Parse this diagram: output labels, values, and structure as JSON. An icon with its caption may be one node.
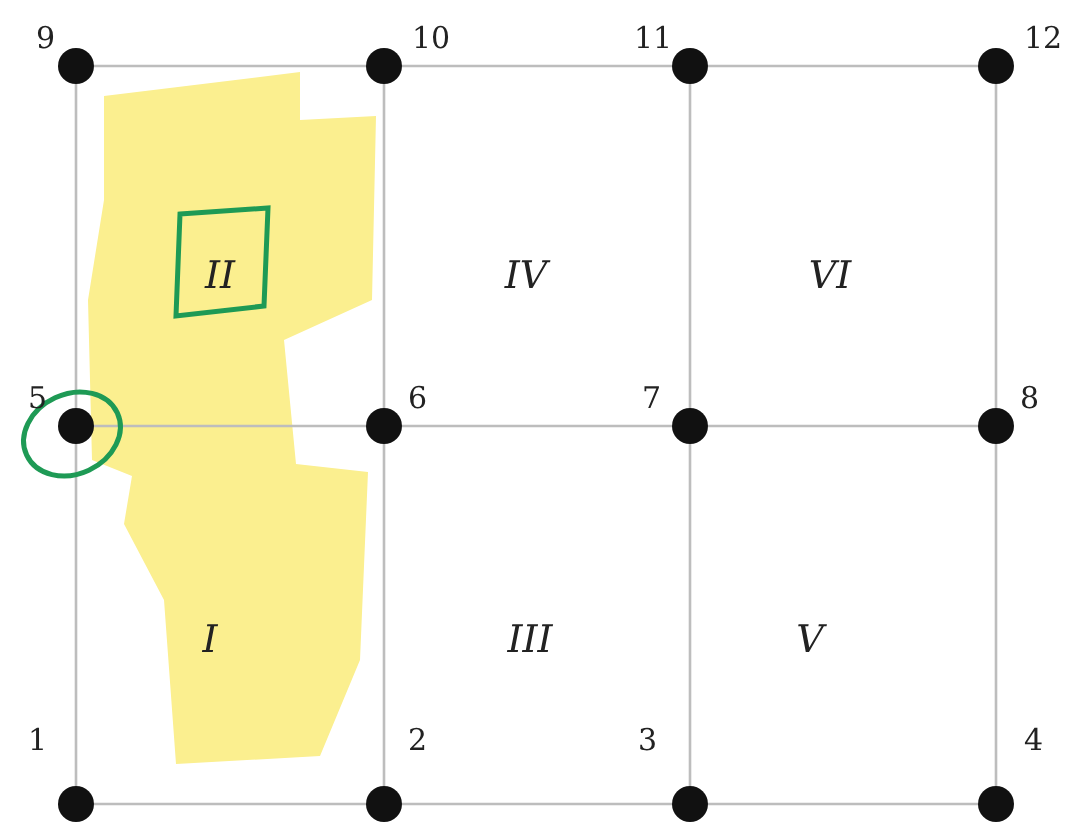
{
  "diagram": {
    "nodes": [
      {
        "text": [],
        "shape": "circle",
        "beside": [
          "9"
        ]
      },
      {
        "text": [],
        "shape": "circle",
        "beside": [
          "10"
        ]
      },
      {
        "text": [],
        "shape": "circle",
        "beside": [
          "11"
        ]
      },
      {
        "text": [],
        "shape": "circle",
        "beside": [
          "12"
        ]
      },
      {
        "text": [],
        "shape": "circle",
        "beside": [
          "5"
        ]
      },
      {
        "text": [],
        "shape": "circle",
        "beside": [
          "6"
        ]
      },
      {
        "text": [],
        "shape": "circle",
        "beside": [
          "7"
        ]
      },
      {
        "text": [],
        "shape": "circle",
        "beside": [
          "8"
        ]
      },
      {
        "text": [],
        "shape": "circle",
        "beside": [
          "1"
        ]
      },
      {
        "text": [],
        "shape": "circle",
        "beside": [
          "2"
        ]
      },
      {
        "text": [],
        "shape": "circle",
        "beside": [
          "3"
        ]
      },
      {
        "text": [],
        "shape": "circle",
        "beside": [
          "4"
        ]
      }
    ],
    "edges": [
      {
        "from": 0,
        "to": 1,
        "arrow": "none"
      },
      {
        "from": 1,
        "to": 2,
        "arrow": "none"
      },
      {
        "from": 2,
        "to": 3,
        "arrow": "none"
      },
      {
        "from": 4,
        "to": 5,
        "arrow": "none"
      },
      {
        "from": 5,
        "to": 6,
        "arrow": "none"
      },
      {
        "from": 6,
        "to": 7,
        "arrow": "none"
      },
      {
        "from": 8,
        "to": 9,
        "arrow": "none"
      },
      {
        "from": 9,
        "to": 10,
        "arrow": "none"
      },
      {
        "from": 10,
        "to": 11,
        "arrow": "none"
      },
      {
        "from": 0,
        "to": 4,
        "arrow": "none"
      },
      {
        "from": 4,
        "to": 8,
        "arrow": "none"
      },
      {
        "from": 1,
        "to": 5,
        "arrow": "none"
      },
      {
        "from": 5,
        "to": 9,
        "arrow": "none"
      },
      {
        "from": 2,
        "to": 6,
        "arrow": "none"
      },
      {
        "from": 6,
        "to": 10,
        "arrow": "none"
      },
      {
        "from": 3,
        "to": 7,
        "arrow": "none"
      },
      {
        "from": 7,
        "to": 11,
        "arrow": "none"
      }
    ],
    "labels": [
      "II",
      "IV",
      "VI",
      "I",
      "III",
      "V"
    ]
  }
}
